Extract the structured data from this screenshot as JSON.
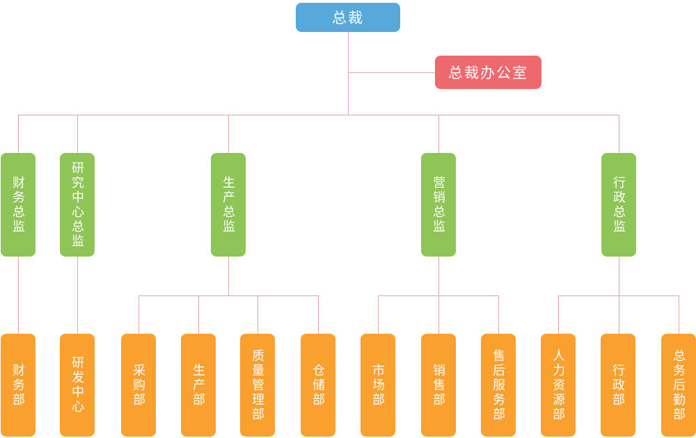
{
  "org": {
    "root": {
      "label": "总裁"
    },
    "staff": {
      "label": "总裁办公室"
    },
    "directors": [
      {
        "label": "财务总监",
        "children": [
          {
            "label": "财务部"
          }
        ]
      },
      {
        "label": "研究中心总监",
        "children": [
          {
            "label": "研发中心"
          }
        ]
      },
      {
        "label": "生产总监",
        "children": [
          {
            "label": "采购部"
          },
          {
            "label": "生产部"
          },
          {
            "label": "质量管理部"
          },
          {
            "label": "仓储部"
          }
        ]
      },
      {
        "label": "营销总监",
        "children": [
          {
            "label": "市场部"
          },
          {
            "label": "销售部"
          },
          {
            "label": "售后服务部"
          }
        ]
      },
      {
        "label": "行政总监",
        "children": [
          {
            "label": "人力资源部"
          },
          {
            "label": "行政部"
          },
          {
            "label": "总务后勤部"
          }
        ]
      }
    ],
    "colors": {
      "root": "#57a9dc",
      "staff": "#ee696e",
      "director": "#8fc457",
      "department": "#faa02f",
      "connector": "#dcaaa4",
      "text": "#ffffff"
    }
  }
}
